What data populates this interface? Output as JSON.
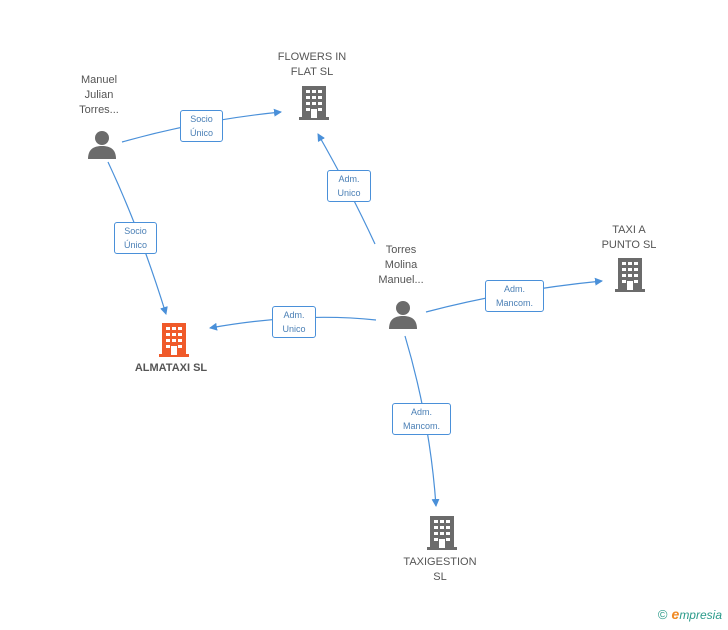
{
  "nodes": {
    "manuel_julian": {
      "label": "Manuel\nJulian\nTorres..."
    },
    "torres_molina": {
      "label": "Torres\nMolina\nManuel..."
    },
    "flowers": {
      "label": "FLOWERS IN\nFLAT  SL"
    },
    "taxi_punto": {
      "label": "TAXI A\nPUNTO  SL"
    },
    "almataxi": {
      "label": "ALMATAXI SL"
    },
    "taxigestion": {
      "label": "TAXIGESTION\nSL"
    }
  },
  "edges": {
    "e1": {
      "label": "Socio\nÚnico"
    },
    "e2": {
      "label": "Socio\nÚnico"
    },
    "e3": {
      "label": "Adm.\nUnico"
    },
    "e4": {
      "label": "Adm.\nUnico"
    },
    "e5": {
      "label": "Adm.\nMancom."
    },
    "e6": {
      "label": "Adm.\nMancom."
    }
  },
  "colors": {
    "person": "#6b6b6b",
    "company": "#6b6b6b",
    "main_company": "#f05a2a",
    "edge": "#4a90d9"
  },
  "footer": {
    "copyright": "©",
    "brand_initial": "e",
    "brand_rest": "mpresia"
  }
}
